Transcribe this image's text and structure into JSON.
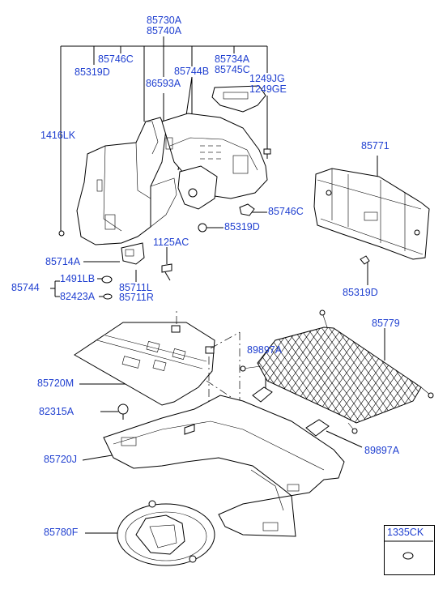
{
  "labels": {
    "l85730a": "85730A",
    "l85740a": "85740A",
    "l85746c_top": "85746C",
    "l85319d_top": "85319D",
    "l86593a": "86593A",
    "l85744b": "85744B",
    "l85734a": "85734A",
    "l85745c": "85745C",
    "l1249jg": "1249JG",
    "l1249ge": "1249GE",
    "l1416lk": "1416LK",
    "l85771": "85771",
    "l85746c_mid": "85746C",
    "l85319d_mid": "85319D",
    "l1125ac": "1125AC",
    "l85714a": "85714A",
    "l85744": "85744",
    "l1491lb": "1491LB",
    "l82423a": "82423A",
    "l85711l": "85711L",
    "l85711r": "85711R",
    "l85319d_right": "85319D",
    "l85779": "85779",
    "l89897a_top": "89897A",
    "l85720m": "85720M",
    "l82315a": "82315A",
    "l89897a_bottom": "89897A",
    "l85720j": "85720J",
    "l85780f": "85780F",
    "l1335ck": "1335CK"
  }
}
